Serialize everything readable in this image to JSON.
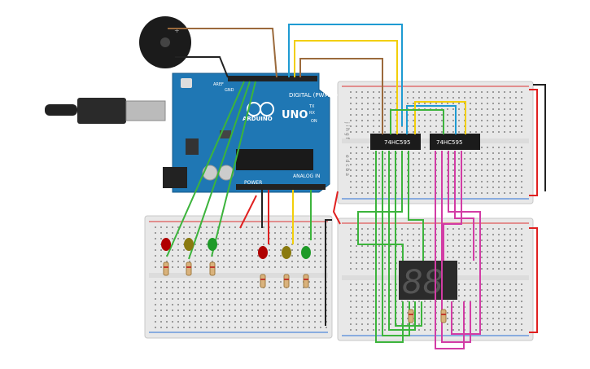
{
  "arduino": {
    "brand": "ARDUINO",
    "model": "UNO",
    "digital_label": "DIGITAL (PWM ~)",
    "power_label": "POWER",
    "analog_label": "ANALOG IN",
    "aref_label": "AREF",
    "gnd_label": "GND",
    "tx_label": "TX",
    "rx_label": "RX",
    "on_label": "ON"
  },
  "chips": {
    "left": "74HC595",
    "right": "74HC595"
  },
  "display": {
    "digits": "88"
  },
  "breadboard": {
    "row_letters_top": "j i h g f",
    "row_letters_bottom": "e d c b a"
  },
  "colors": {
    "wire_green": "#3cb43c",
    "wire_yellow": "#f2cf0a",
    "wire_blue": "#1e9bd2",
    "wire_brown": "#9b6a3c",
    "wire_pink": "#d23ca5",
    "wire_red": "#e02020",
    "wire_black": "#222222",
    "board_blue": "#1f77b4",
    "breadboard": "#ececec"
  }
}
